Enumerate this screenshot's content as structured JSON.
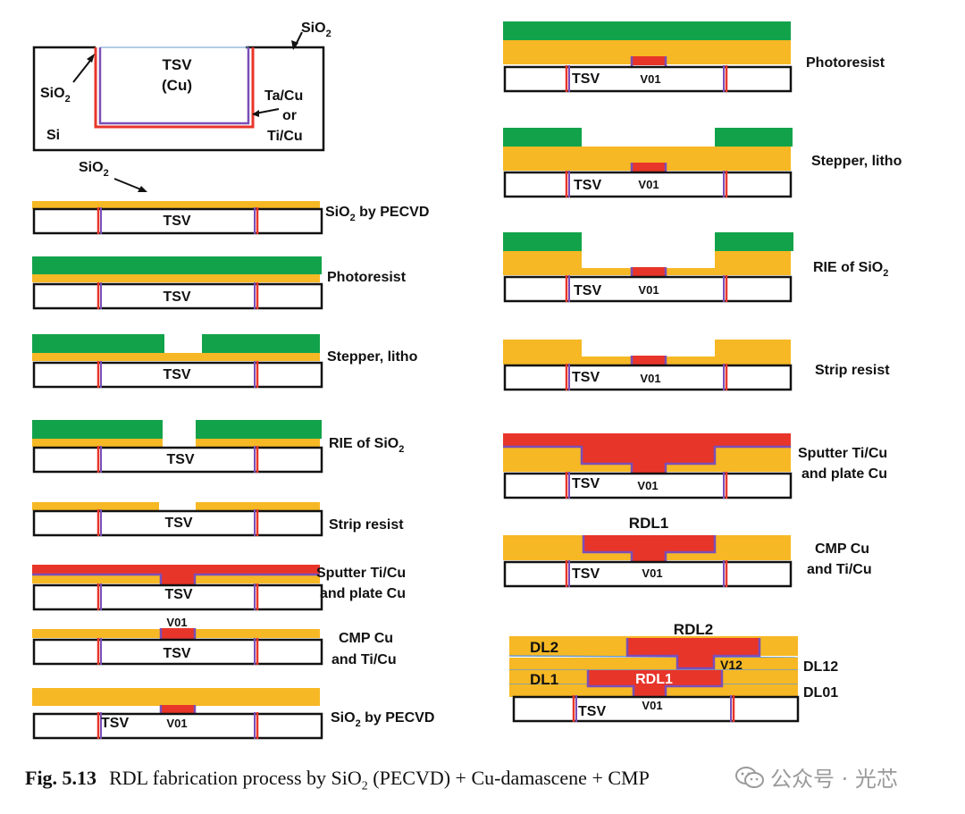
{
  "colors": {
    "silicon": "#ffffff",
    "oxide": "#f6b824",
    "photoresist": "#12a34a",
    "copper": "#e8352a",
    "liner": "#7a4fb8",
    "outline": "#111111"
  },
  "top_diagram": {
    "tsv_label_1": "TSV",
    "tsv_label_2": "(Cu)",
    "sio2_top": "SiO2",
    "sio2_left": "SiO2",
    "si": "Si",
    "liner_1": "Ta/Cu",
    "liner_2": "or",
    "liner_3": "Ti/Cu"
  },
  "sio2_arrow_label": "SiO2",
  "left_steps": [
    {
      "label": "SiO2 by PECVD"
    },
    {
      "label": "Photoresist"
    },
    {
      "label": "Stepper, litho"
    },
    {
      "label": "RIE of SiO2"
    },
    {
      "label": "Strip resist"
    },
    {
      "label_1": "Sputter Ti/Cu",
      "label_2": "and plate Cu"
    },
    {
      "label_1": "CMP Cu",
      "label_2": "and Ti/Cu"
    },
    {
      "label": "SiO2 by PECVD"
    }
  ],
  "right_steps": [
    {
      "label": "Photoresist"
    },
    {
      "label": "Stepper, litho"
    },
    {
      "label": "RIE of SiO2"
    },
    {
      "label": "Strip resist"
    },
    {
      "label_1": "Sputter Ti/Cu",
      "label_2": "and plate Cu"
    },
    {
      "label_1": "CMP Cu",
      "label_2": "and Ti/Cu"
    }
  ],
  "tsv": "TSV",
  "v01": "V01",
  "rdl1": "RDL1",
  "rdl2": "RDL2",
  "v12": "V12",
  "dl1": "DL1",
  "dl2": "DL2",
  "dl01": "DL01",
  "dl12": "DL12",
  "caption": {
    "fig": "Fig. 5.13",
    "text": "RDL fabrication process by SiO2 (PECVD) + Cu-damascene + CMP"
  },
  "watermark": "公众号 · 光芯"
}
